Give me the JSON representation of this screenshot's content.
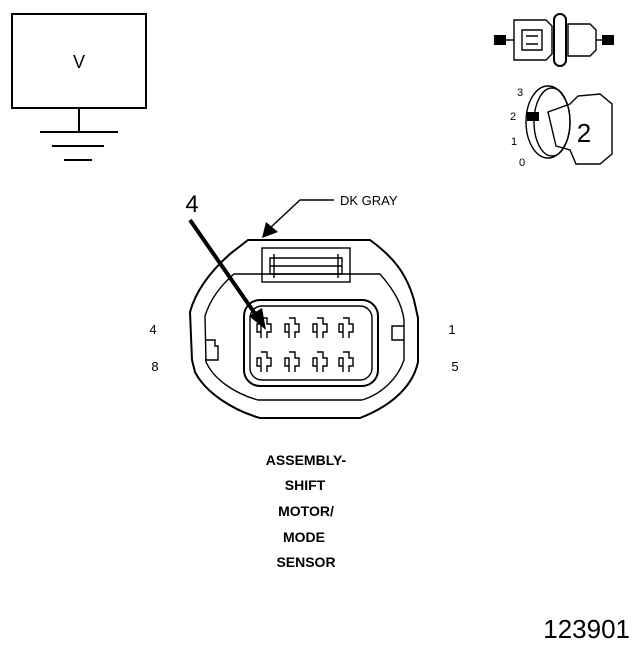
{
  "meter": {
    "symbol": "V"
  },
  "key_switch": {
    "positions": [
      "3",
      "2",
      "1",
      "0"
    ],
    "key_number": "2"
  },
  "connector": {
    "wire_color": "DK GRAY",
    "callout": "4",
    "pin_labels": {
      "top_left": "4",
      "bottom_left": "8",
      "top_right": "1",
      "bottom_right": "5"
    },
    "name_lines": [
      "ASSEMBLY-",
      "SHIFT",
      "MOTOR/",
      "MODE",
      "SENSOR"
    ]
  },
  "figure_number": "123901"
}
